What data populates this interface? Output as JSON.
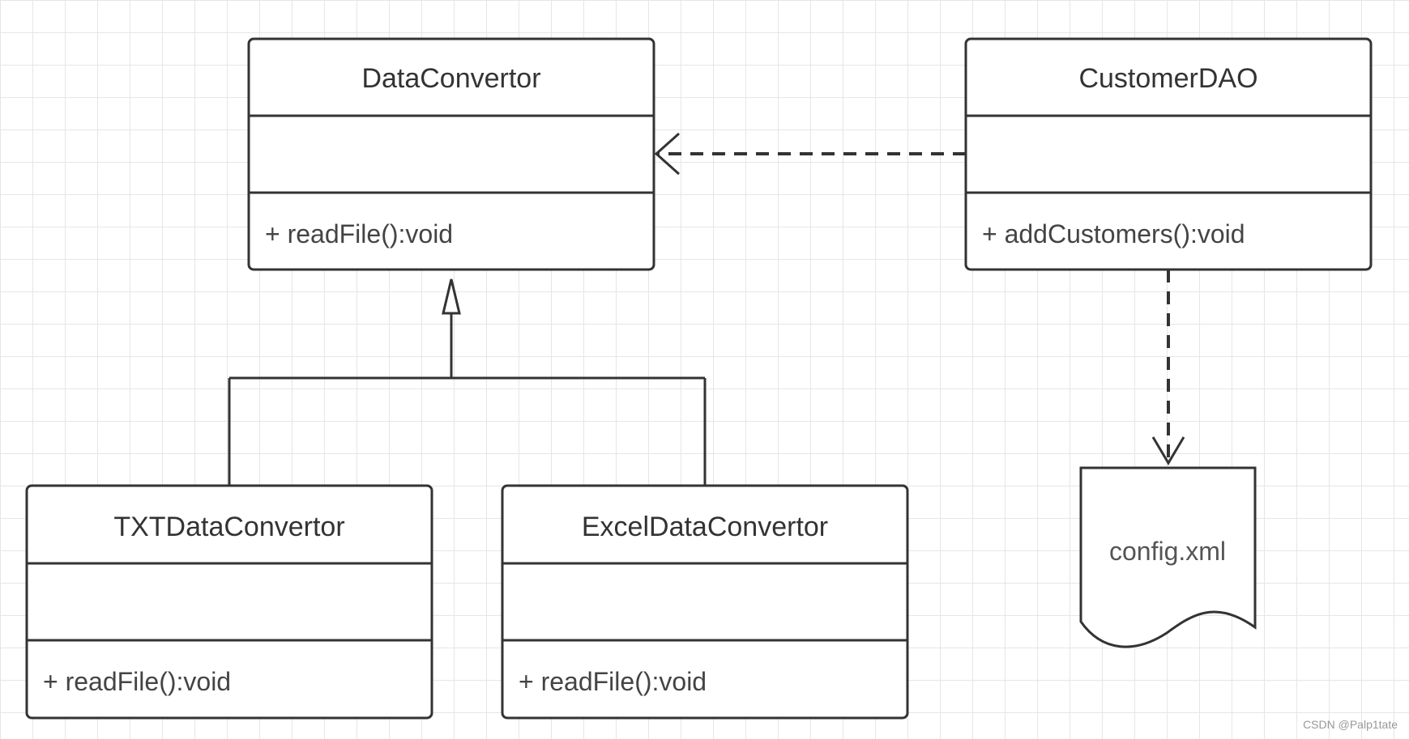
{
  "classes": {
    "data_convertor": {
      "name": "DataConvertor",
      "op": "+ readFile():void"
    },
    "customer_dao": {
      "name": "CustomerDAO",
      "op": "+ addCustomers():void"
    },
    "txt_data_convertor": {
      "name": "TXTDataConvertor",
      "op": "+ readFile():void"
    },
    "excel_data_convertor": {
      "name": "ExcelDataConvertor",
      "op": "+ readFile():void"
    }
  },
  "document": {
    "label": "config.xml"
  },
  "watermark": "CSDN @Palp1tate"
}
